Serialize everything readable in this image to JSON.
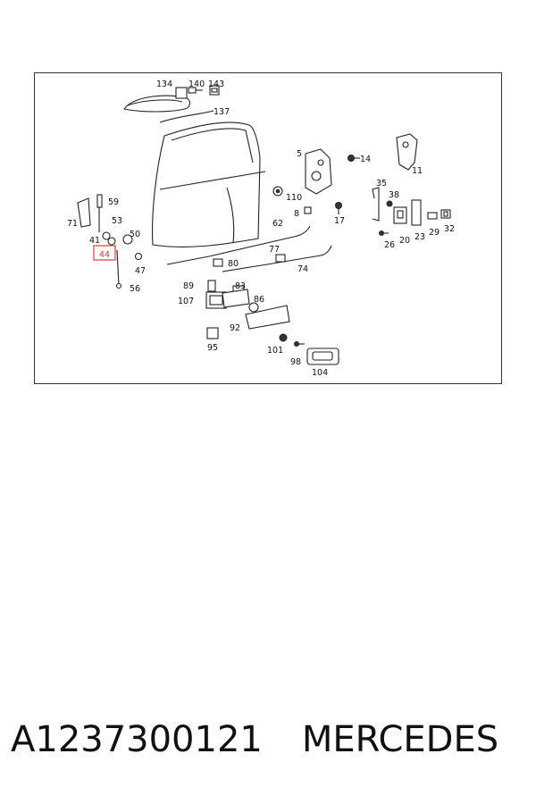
{
  "diagram": {
    "labels": {
      "l134": "134",
      "l140": "140",
      "l143": "143",
      "l137": "137",
      "l5": "5",
      "l14": "14",
      "l11": "11",
      "l110": "110",
      "l35": "35",
      "l38": "38",
      "l8": "8",
      "l17": "17",
      "l59": "59",
      "l71": "71",
      "l53": "53",
      "l50": "50",
      "l41": "41",
      "l44": "44",
      "l47": "47",
      "l56": "56",
      "l62": "62",
      "l77": "77",
      "l80": "80",
      "l74": "74",
      "l26": "26",
      "l20": "20",
      "l23": "23",
      "l29": "29",
      "l32": "32",
      "l89": "89",
      "l83": "83",
      "l107": "107",
      "l86": "86",
      "l92": "92",
      "l95": "95",
      "l101": "101",
      "l98": "98",
      "l104": "104"
    },
    "highlight_color": "#e33b3b"
  },
  "footer": {
    "part_number": "A1237300121",
    "brand": "MERCEDES"
  }
}
